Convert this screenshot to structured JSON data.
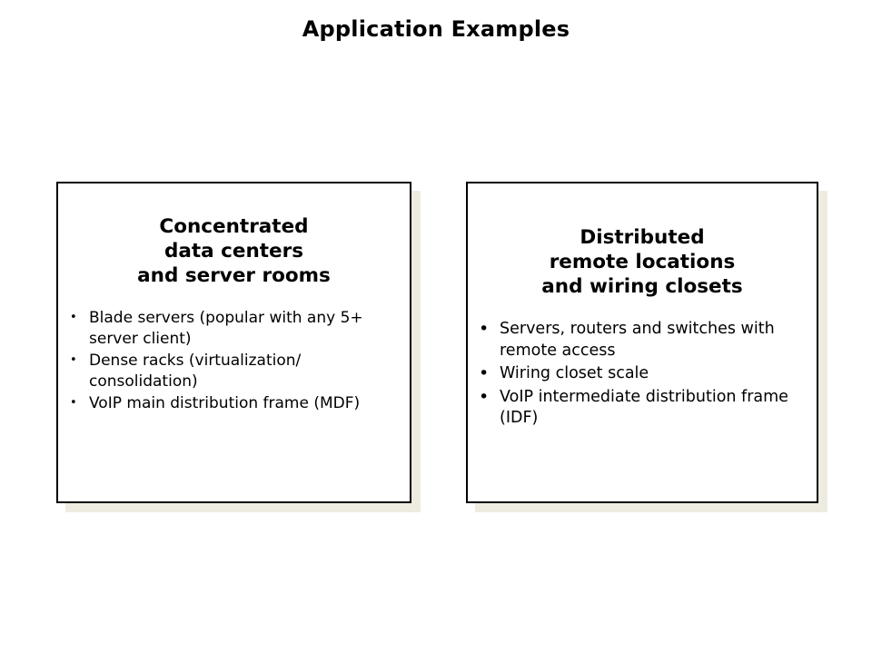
{
  "slide": {
    "title": "Application Examples",
    "background_color": "#ffffff",
    "text_color": "#000000",
    "shadow_color": "#eeece1",
    "border_color": "#000000"
  },
  "panels": [
    {
      "id": "concentrated",
      "heading_lines": [
        "Concentrated",
        "data centers",
        "and server rooms"
      ],
      "bullet_marker": "•",
      "bullets": [
        "Blade servers (popular with any 5+ server client)",
        "Dense racks (virtualization/ consolidation)",
        "VoIP main distribution frame (MDF)"
      ]
    },
    {
      "id": "distributed",
      "heading_lines": [
        "Distributed",
        "remote locations",
        "and wiring closets"
      ],
      "bullet_marker": "•",
      "bullets": [
        "Servers, routers and switches with remote access",
        "Wiring closet scale",
        "VoIP intermediate distribution frame (IDF)"
      ]
    }
  ]
}
